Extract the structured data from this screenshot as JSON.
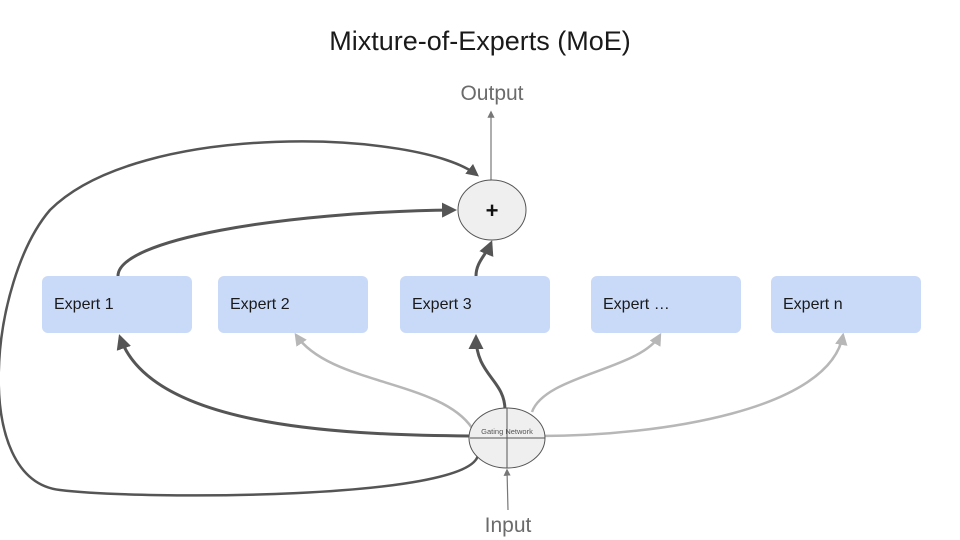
{
  "diagram": {
    "title": "Mixture-of-Experts (MoE)",
    "output_label": "Output",
    "input_label": "Input",
    "sum_symbol": "+",
    "gating_label": "Gating Network",
    "experts": [
      {
        "label": "Expert 1",
        "selected": true
      },
      {
        "label": "Expert 2",
        "selected": false
      },
      {
        "label": "Expert 3",
        "selected": true
      },
      {
        "label": "Expert …",
        "selected": false
      },
      {
        "label": "Expert n",
        "selected": false
      }
    ],
    "colors": {
      "expert_fill": "#c9daf8",
      "node_fill": "#efefef",
      "active_edge": "#555555",
      "inactive_edge": "#b7b7b7"
    }
  }
}
